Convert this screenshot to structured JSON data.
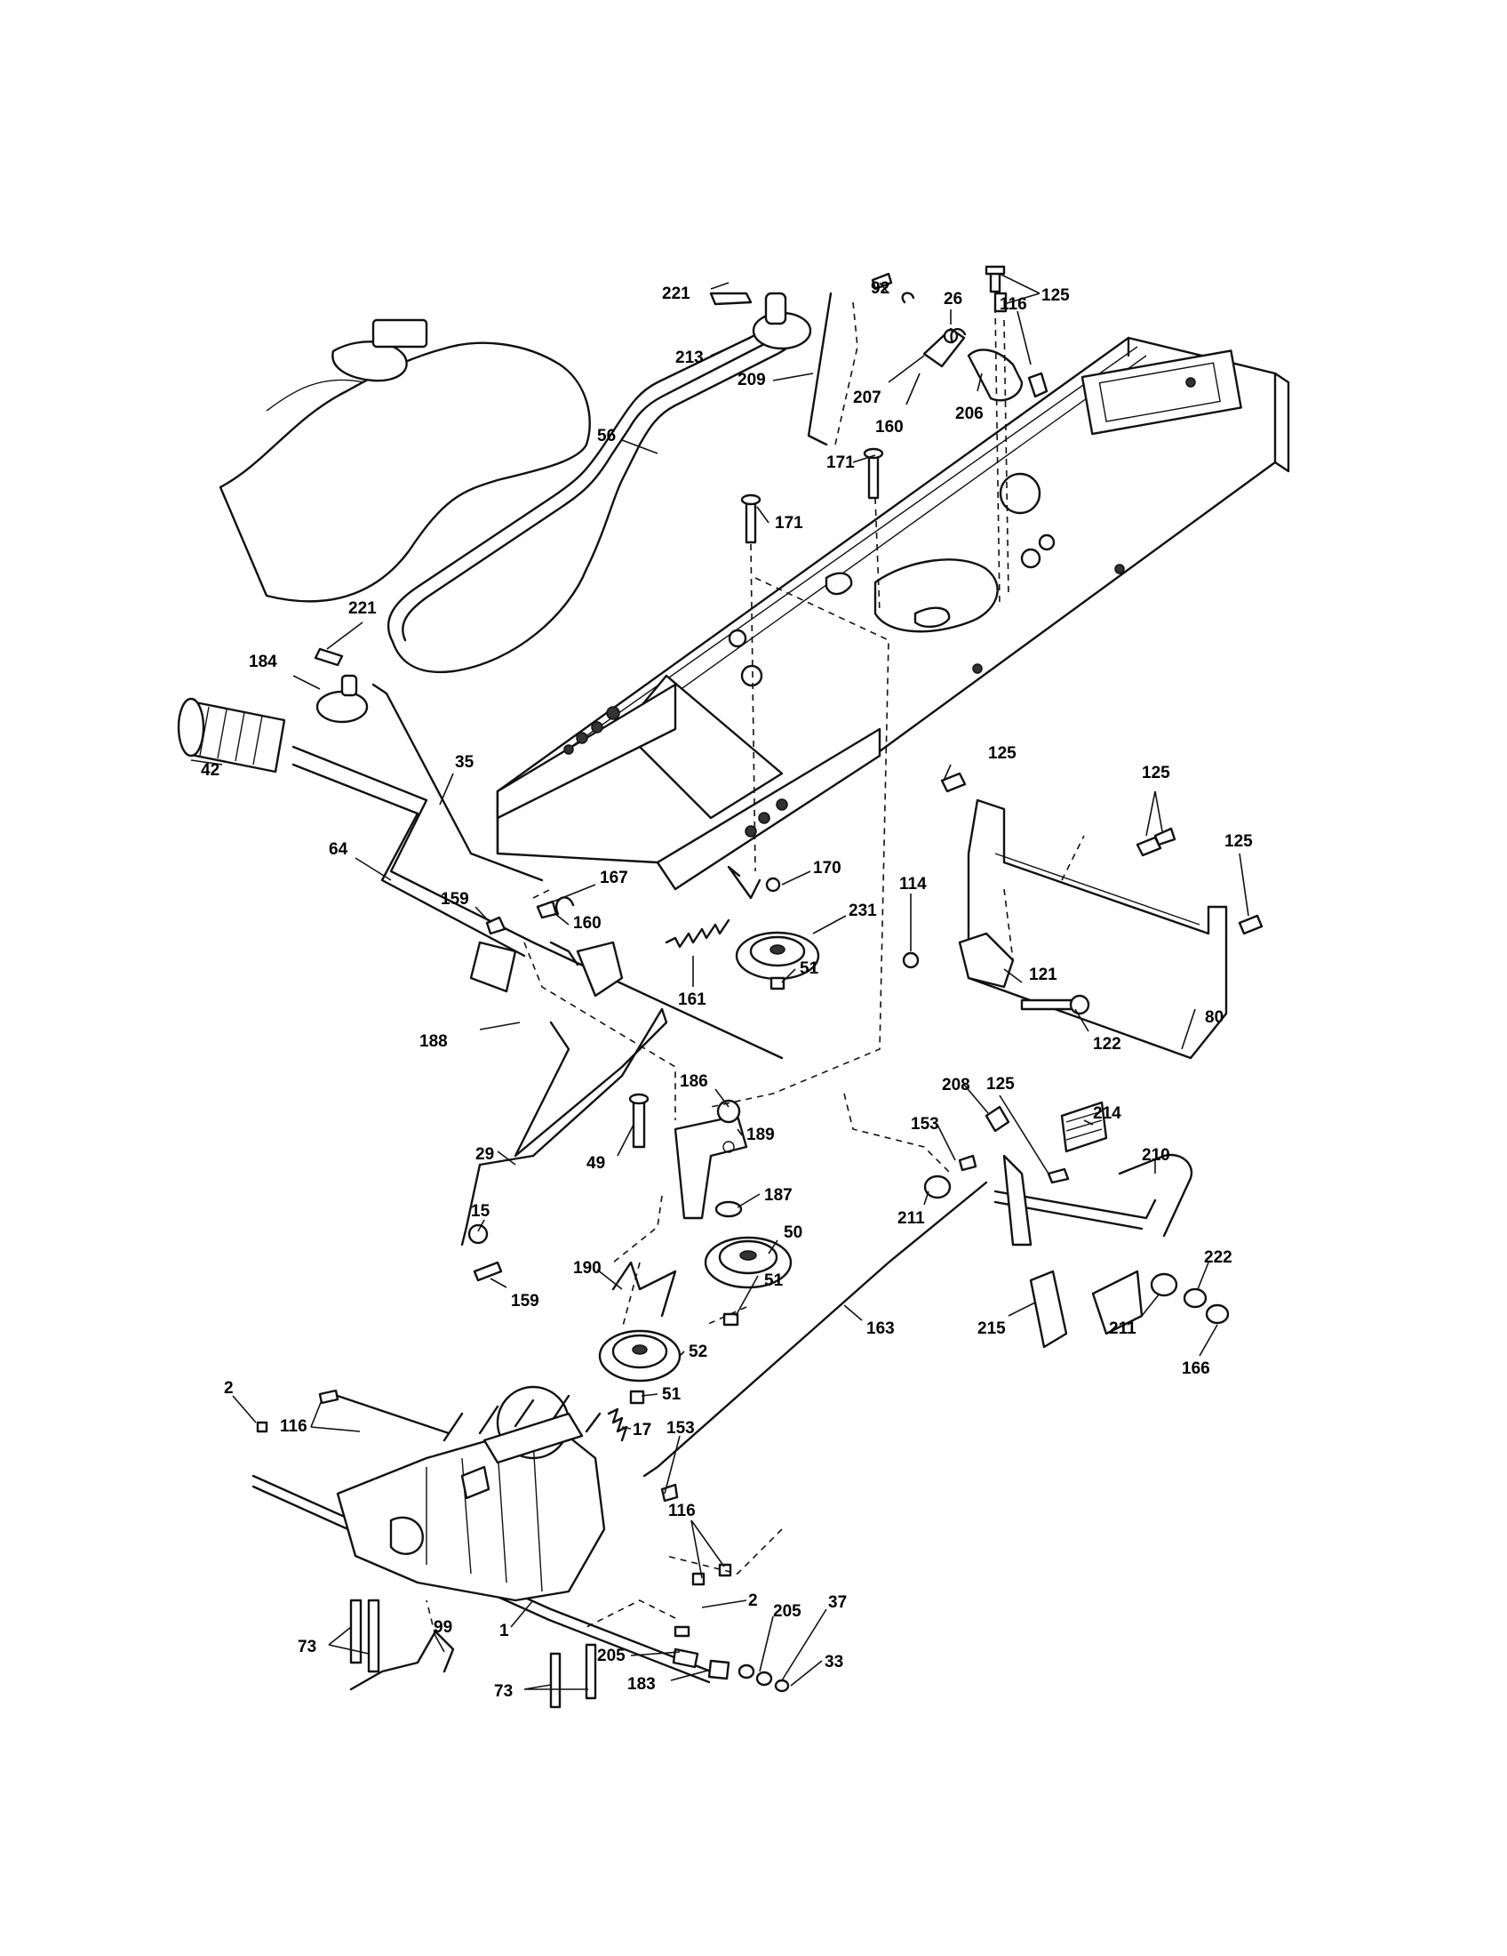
{
  "callouts": {
    "c221a": "221",
    "c213": "213",
    "c92": "92",
    "c26": "26",
    "c125a": "125",
    "c116a": "116",
    "c209": "209",
    "c207": "207",
    "c206": "206",
    "c160a": "160",
    "c56": "56",
    "c171a": "171",
    "c171b": "171",
    "c221b": "221",
    "c184": "184",
    "c42": "42",
    "c35": "35",
    "c64": "64",
    "c159a": "159",
    "c167": "167",
    "c160b": "160",
    "c170": "170",
    "c231": "231",
    "c51a": "51",
    "c161": "161",
    "c188": "188",
    "c125b": "125",
    "c125c": "125",
    "c125d": "125",
    "c114": "114",
    "c121": "121",
    "c122": "122",
    "c80": "80",
    "c186": "186",
    "c189": "189",
    "c49": "49",
    "c29": "29",
    "c187": "187",
    "c50": "50",
    "c15": "15",
    "c159b": "159",
    "c190": "190",
    "c51b": "51",
    "c208": "208",
    "c125e": "125",
    "c214": "214",
    "c153a": "153",
    "c210": "210",
    "c211a": "211",
    "c222": "222",
    "c215": "215",
    "c211b": "211",
    "c166": "166",
    "c163": "163",
    "c52": "52",
    "c51c": "51",
    "c17": "17",
    "c2a": "2",
    "c116b": "116",
    "c153b": "153",
    "c116c": "116",
    "c2b": "2",
    "c205a": "205",
    "c37": "37",
    "c205b": "205",
    "c33": "33",
    "c73a": "73",
    "c99": "99",
    "c1": "1",
    "c73b": "73",
    "c183": "183"
  }
}
